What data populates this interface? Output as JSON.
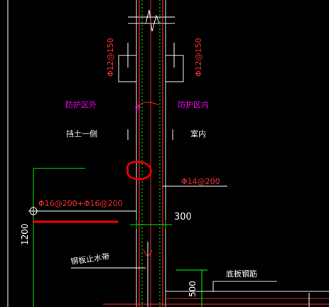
{
  "labels": {
    "rebar_top_left": "Φ12@150",
    "rebar_top_right": "Φ12@150",
    "zone_outer": "防护区外",
    "zone_inner": "防护区内",
    "side_soil": "挡土一侧",
    "side_indoor": "室内",
    "rebar_right": "Φ14@200",
    "rebar_left": "Φ16@200+Φ16@200",
    "dim_300": "300",
    "dim_1200": "1200",
    "dim_500": "500",
    "waterstop": "钢板止水带",
    "bottom_rebar": "底板钢筋"
  },
  "colors": {
    "background": "#000000",
    "line_white": "#ffffff",
    "line_green": "#00ff00",
    "line_red": "#ff0000",
    "text_magenta": "#ff00ff",
    "text_red": "#ff3030"
  }
}
